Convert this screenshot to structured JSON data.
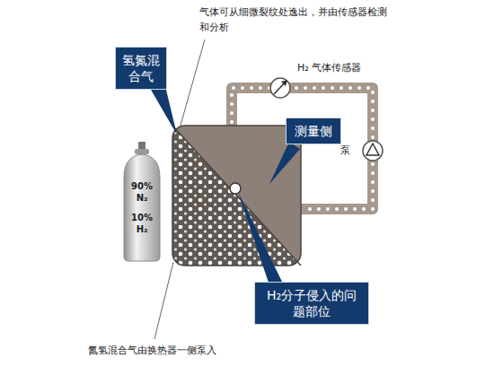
{
  "diagram": {
    "nodes": [
      {
        "text": [
          "氢氮混合气"
        ]
      },
      {
        "text": [
          "90% N₂",
          "10% H₂"
        ]
      },
      {
        "text": [
          "测量侧"
        ]
      },
      {
        "text": [
          "H₂分子侵入的问题部位"
        ]
      }
    ],
    "labels": [
      "气体可从细微裂纹处逸出，并由传感器检测和分析",
      "H₂ 气体传感器",
      "泵",
      "氮氢混合气由换热器一侧泵入"
    ]
  }
}
